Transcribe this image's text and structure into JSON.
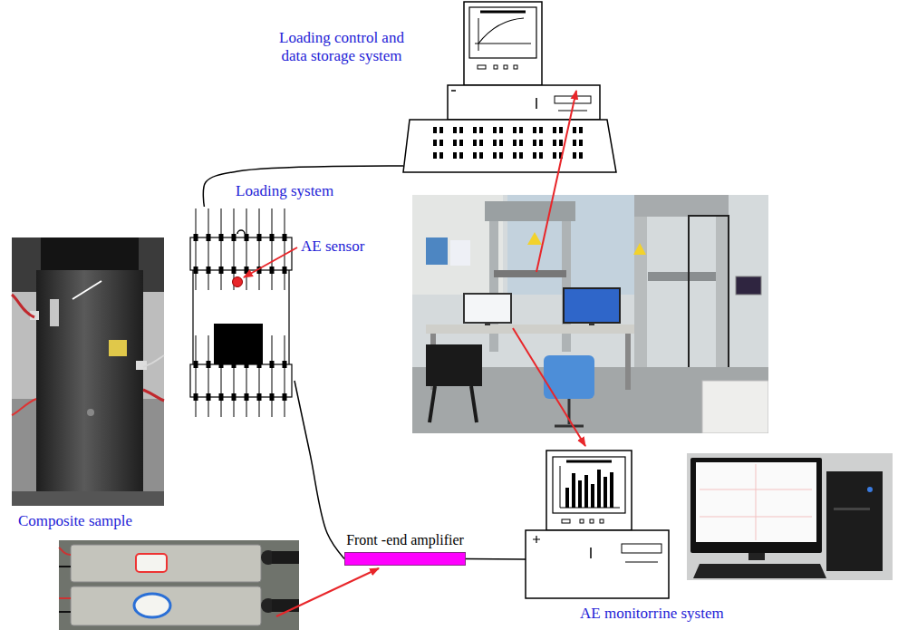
{
  "diagram": {
    "nodes": [
      {
        "text": [
          "Loading control and data storage system"
        ]
      },
      {
        "text": [
          "Loading system"
        ]
      },
      {
        "text": [
          "Composite sample"
        ]
      },
      {
        "text": [
          "Front -end amplifier"
        ]
      },
      {
        "text": [
          "AE monitorrine system"
        ]
      }
    ],
    "edges": [
      {
        "from": 1,
        "to": 0,
        "arrow": "none"
      },
      {
        "from": 1,
        "to": 3,
        "arrow": "none"
      },
      {
        "from": 3,
        "to": 4,
        "arrow": "none"
      }
    ],
    "labels": [
      "AE sensor"
    ]
  }
}
